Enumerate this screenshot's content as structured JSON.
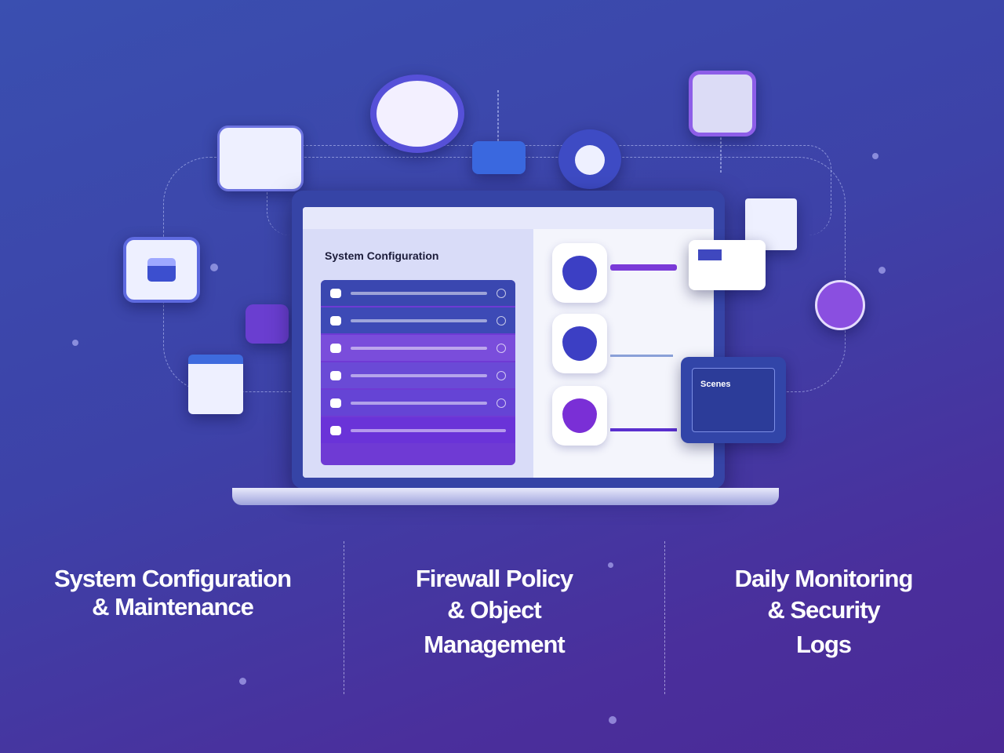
{
  "screen": {
    "title": "System Configuration",
    "card_label": "Scenes"
  },
  "captions": [
    {
      "line1": "System Configuration",
      "line2": "& Maintenance"
    },
    {
      "line1": "Firewall Policy",
      "line2": "& Object",
      "line3": "Management"
    },
    {
      "line1": "Daily Monitoring",
      "line2": "& Security",
      "line3": "Logs"
    }
  ],
  "colors": {
    "bg": "#3d42a8",
    "accent": "#7b3fe0",
    "laptop": "#3644a6"
  }
}
